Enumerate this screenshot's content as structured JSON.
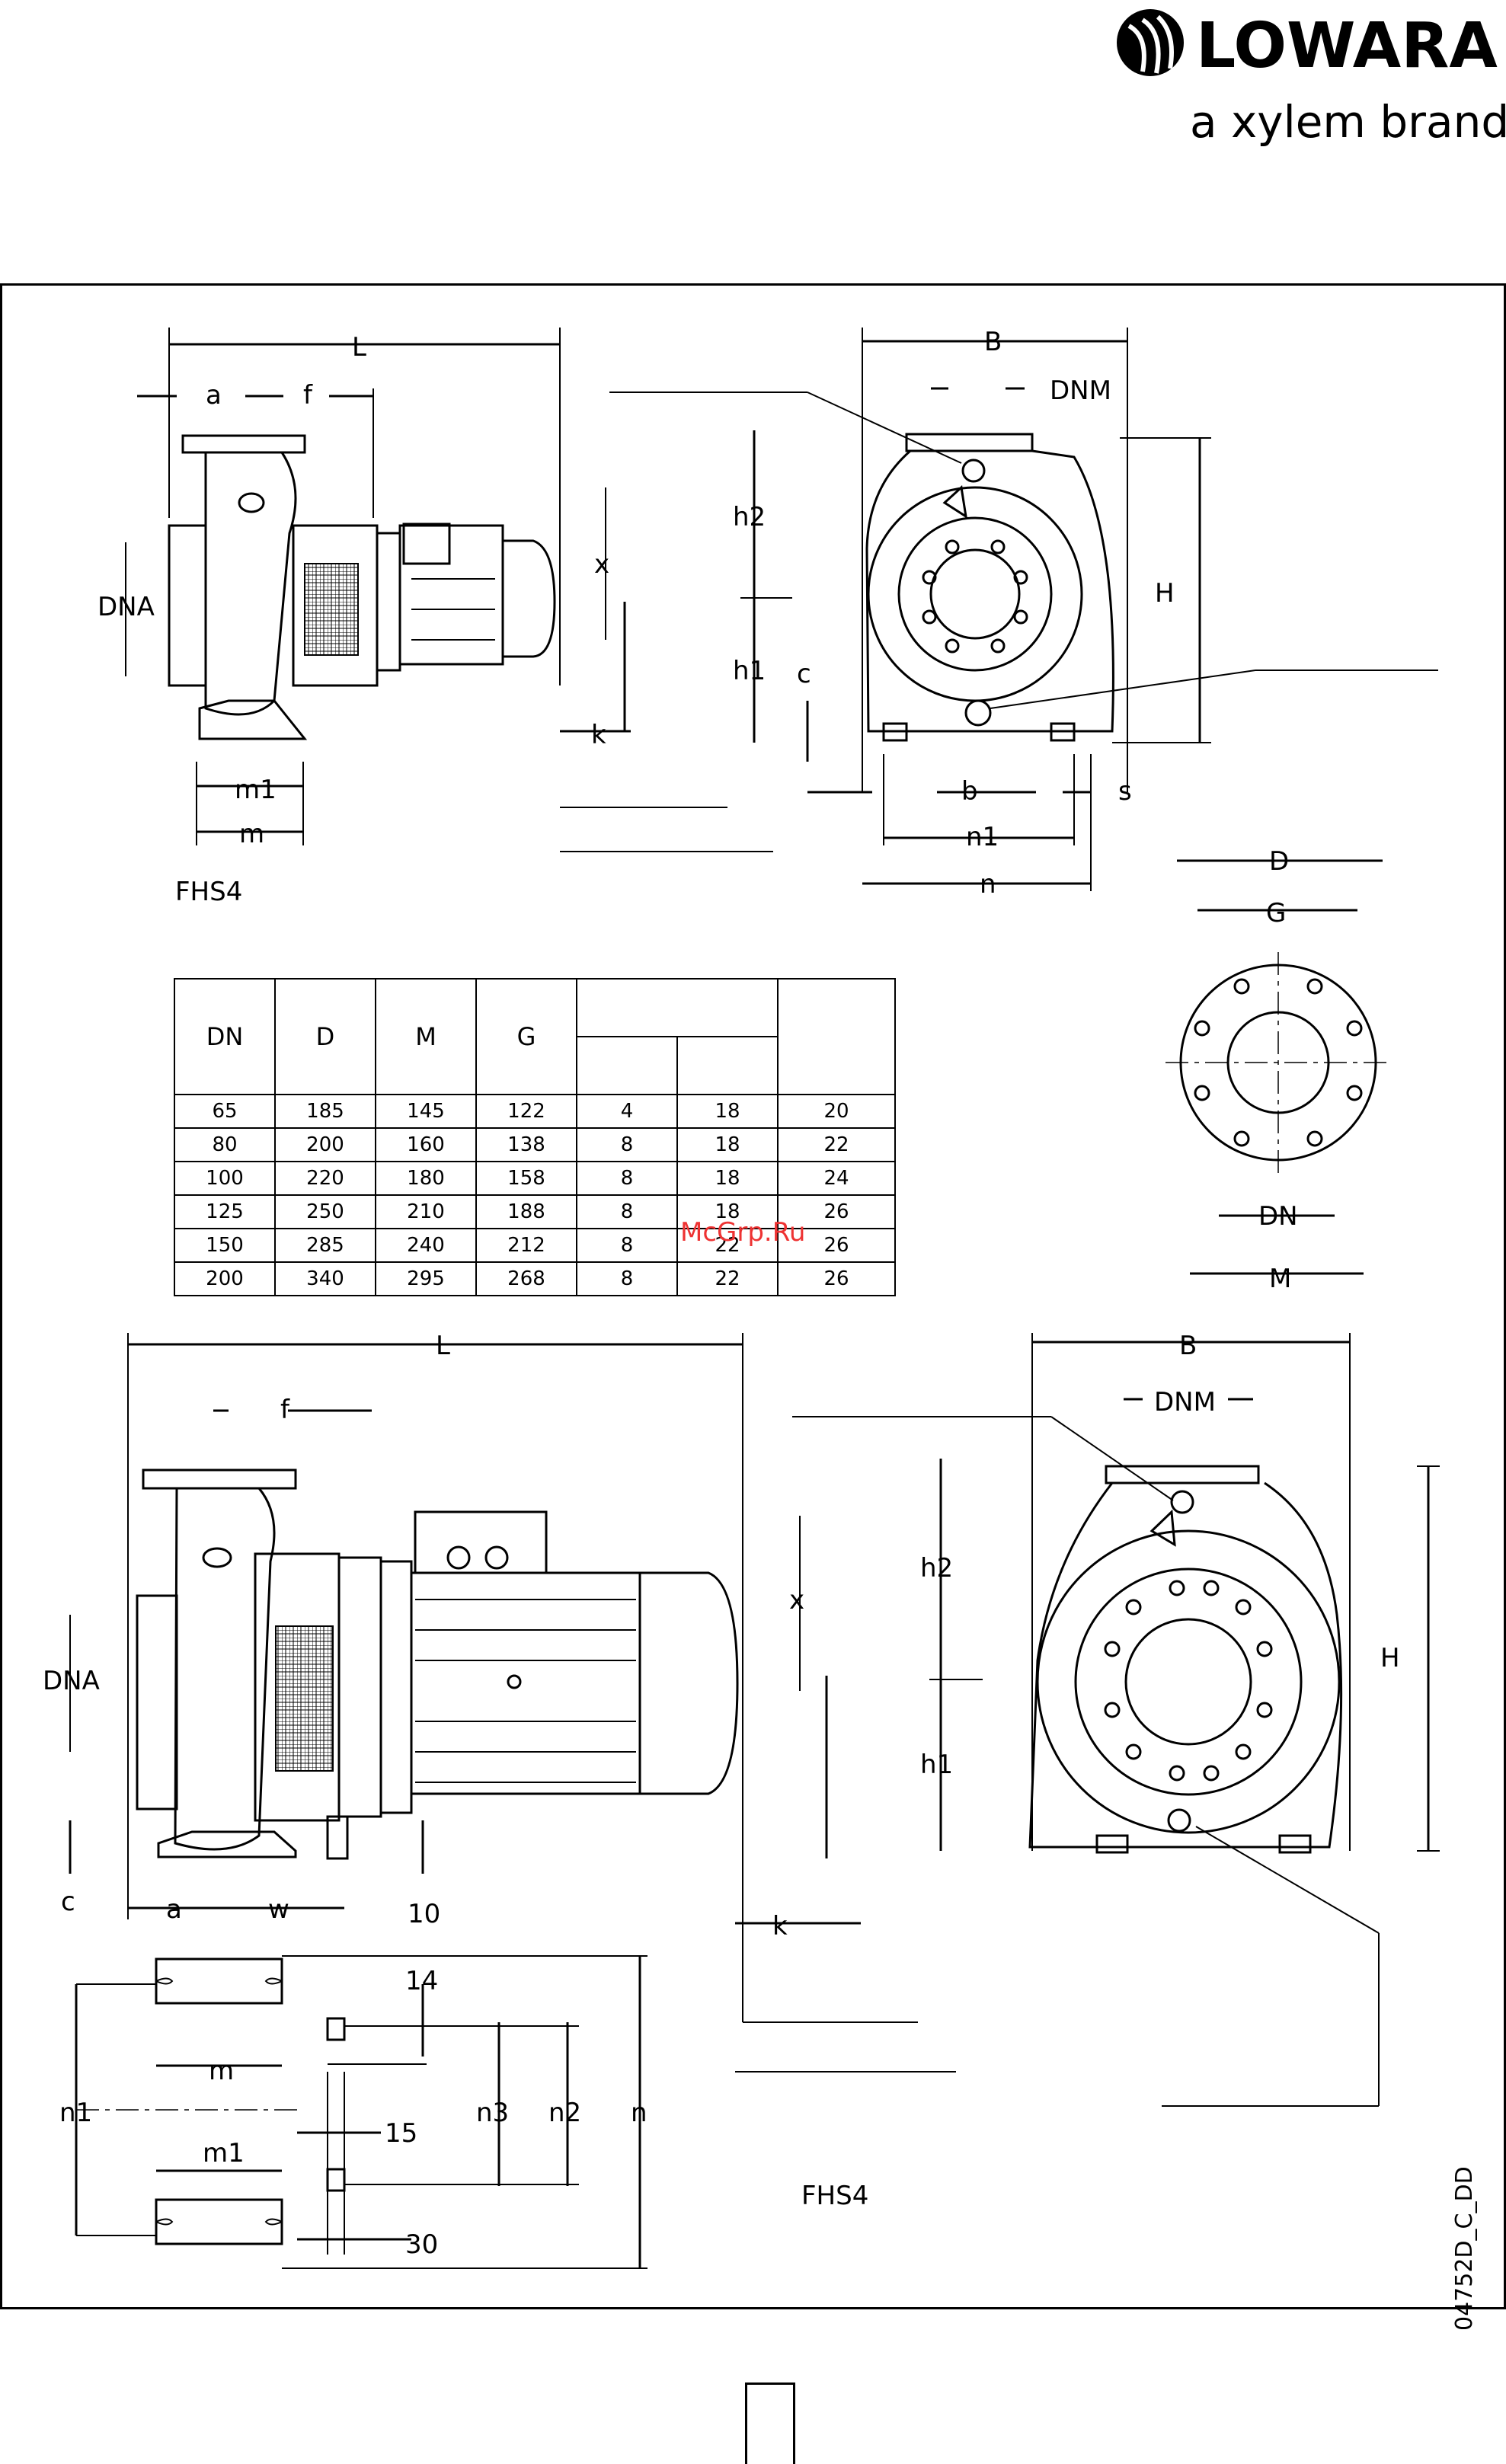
{
  "brand": {
    "name": "LOWARA",
    "tagline": "a xylem brand"
  },
  "document_code": "04752D_C_DD",
  "watermark": "McGrp.Ru",
  "top_view": {
    "model_label": "FHS4",
    "side_labels": [
      "L",
      "a",
      "f",
      "DNA",
      "x",
      "k",
      "m1",
      "m"
    ],
    "front_labels": [
      "B",
      "DNM",
      "h2",
      "H",
      "h1",
      "c",
      "b",
      "s",
      "n1",
      "n"
    ]
  },
  "flange_view": {
    "labels": [
      "D",
      "G",
      "DN",
      "M"
    ]
  },
  "flange_table": {
    "headers": [
      "DN",
      "D",
      "M",
      "G",
      "",
      "",
      ""
    ],
    "rows": [
      [
        "65",
        "185",
        "145",
        "122",
        "4",
        "18",
        "20"
      ],
      [
        "80",
        "200",
        "160",
        "138",
        "8",
        "18",
        "22"
      ],
      [
        "100",
        "220",
        "180",
        "158",
        "8",
        "18",
        "24"
      ],
      [
        "125",
        "250",
        "210",
        "188",
        "8",
        "18",
        "26"
      ],
      [
        "150",
        "285",
        "240",
        "212",
        "8",
        "22",
        "26"
      ],
      [
        "200",
        "340",
        "295",
        "268",
        "8",
        "22",
        "26"
      ]
    ]
  },
  "bottom_view": {
    "model_label": "FHS4",
    "side_labels": [
      "L",
      "f",
      "DNA",
      "x",
      "c",
      "a",
      "w",
      "10",
      "k"
    ],
    "front_labels": [
      "B",
      "DNM",
      "h2",
      "H",
      "h1"
    ],
    "foot_labels": [
      "14",
      "m",
      "n1",
      "n3",
      "n2",
      "n",
      "m1",
      "15",
      "30"
    ]
  },
  "page_box": ""
}
